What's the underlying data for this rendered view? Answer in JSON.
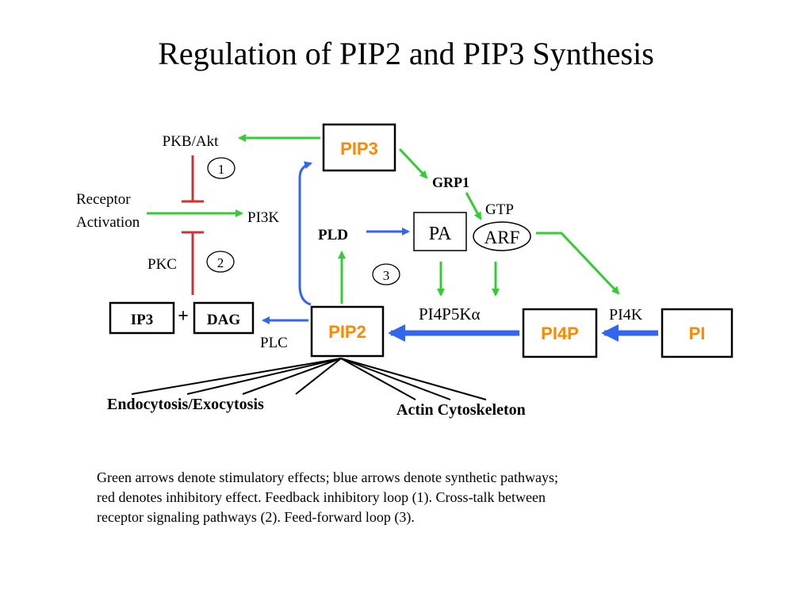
{
  "title": "Regulation of PIP2 and PIP3 Synthesis",
  "colors": {
    "stimulatory": "#33cc33",
    "synthetic": "#3366ee",
    "inhibitory": "#cc3333",
    "lipid_label": "#ff8800"
  },
  "nodes": {
    "pip3": "PIP3",
    "pip2": "PIP2",
    "pi4p": "PI4P",
    "pi": "PI",
    "pa": "PA",
    "arf": "ARF",
    "ip3": "IP3",
    "dag": "DAG",
    "plus": "+"
  },
  "labels": {
    "pkb_akt": "PKB/Akt",
    "receptor": "Receptor",
    "activation": "Activation",
    "pi3k": "PI3K",
    "pkc": "PKC",
    "grp1": "GRP1",
    "gtp": "GTP",
    "pld": "PLD",
    "pi4p5k": "PI4P5Kα",
    "pi4k": "PI4K",
    "plc": "PLC",
    "endo_exo": "Endocytosis/Exocytosis",
    "actin": "Actin Cytoskeleton"
  },
  "loops": {
    "loop1": "1",
    "loop2": "2",
    "loop3": "3"
  },
  "caption": {
    "line1": "Green arrows denote stimulatory effects; blue arrows denote synthetic pathways;",
    "line2": "red denotes inhibitory effect. Feedback inhibitory loop (1). Cross-talk between",
    "line3": "receptor signaling pathways (2). Feed-forward loop (3)."
  }
}
